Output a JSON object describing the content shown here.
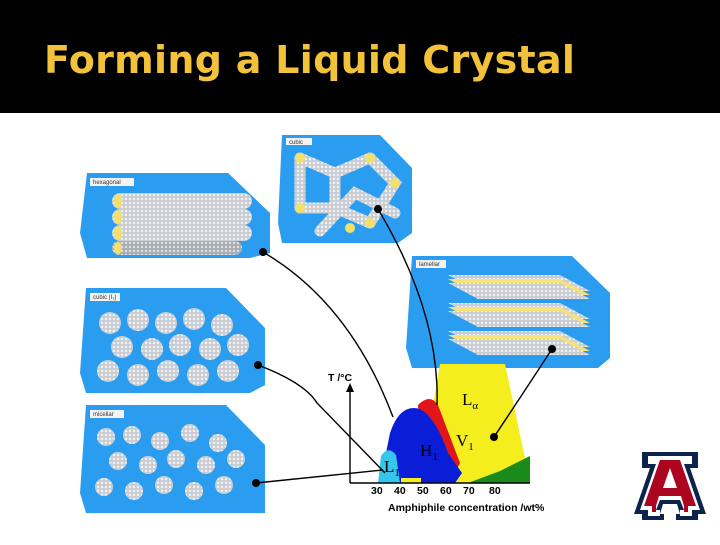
{
  "slide": {
    "title": "Forming a Liquid Crystal"
  },
  "panels": {
    "hexagonal": "hexagonal",
    "cubic": "cubic (I₁)",
    "micellar": "micellar",
    "lamellar": "lamellar",
    "cubic_bicontinuous": "cubic"
  },
  "phase_diagram": {
    "y_axis_label": "T /°C",
    "x_axis_label": "Amphiphile concentration /wt%",
    "x_ticks": [
      "30",
      "40",
      "50",
      "60",
      "70",
      "80"
    ],
    "phases": {
      "L1": "L",
      "L1_sub": "1",
      "H1": "H",
      "H1_sub": "1",
      "V1": "V",
      "V1_sub": "1",
      "La": "L",
      "La_sub": "α"
    },
    "colors": {
      "L1": "#35c6ec",
      "H1": "#0a1ed8",
      "V1": "#e0161a",
      "La": "#f5ee1e",
      "solid": "#1a8a1a"
    }
  },
  "logo": {
    "alt": "University of Arizona",
    "letter": "A"
  },
  "colors": {
    "title": "#f2c23a",
    "panel_blue": "#2b9df0",
    "arrow": "#000000"
  }
}
